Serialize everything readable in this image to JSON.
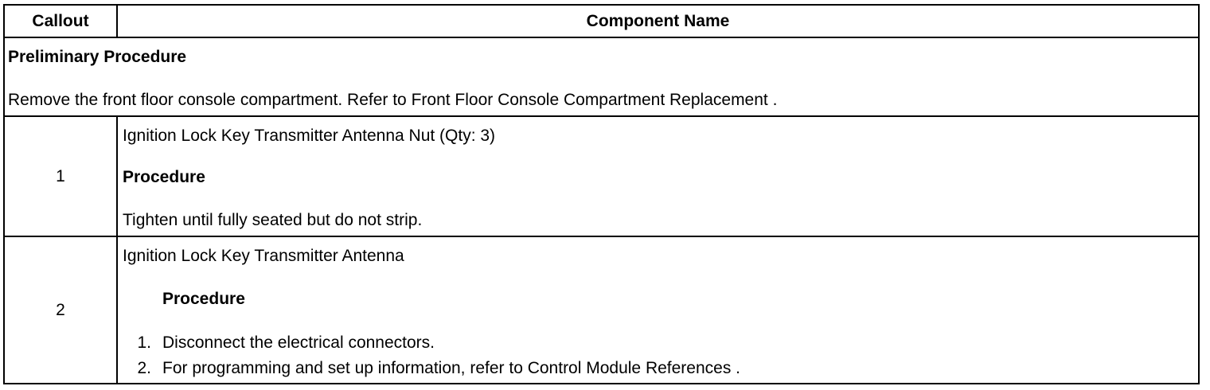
{
  "table": {
    "headers": {
      "callout": "Callout",
      "component": "Component Name"
    },
    "preliminary": {
      "title": "Preliminary Procedure",
      "text": "Remove the front floor console compartment. Refer to Front Floor Console Compartment Replacement ."
    },
    "rows": [
      {
        "callout": "1",
        "name": "Ignition Lock Key Transmitter Antenna Nut (Qty: 3)",
        "procedure_label": "Procedure",
        "procedure_text": "Tighten until fully seated but do not strip."
      },
      {
        "callout": "2",
        "name": "Ignition Lock Key Transmitter Antenna",
        "procedure_label": "Procedure",
        "steps": [
          {
            "num": "1.",
            "text": "Disconnect the electrical connectors."
          },
          {
            "num": "2.",
            "text": "For programming and set up information, refer to Control Module References ."
          }
        ]
      }
    ]
  }
}
